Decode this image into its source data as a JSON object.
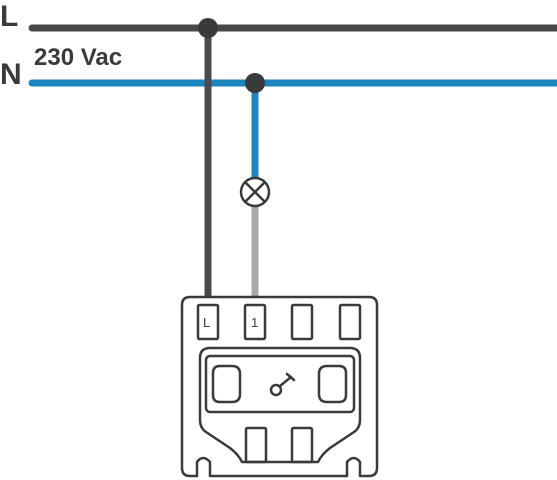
{
  "labels": {
    "line": "L",
    "neutral": "N",
    "voltage": "230 Vac"
  },
  "terminals": {
    "t1": "L",
    "t2": "1"
  },
  "colors": {
    "line_wire": "#4a4a4c",
    "neutral_wire": "#1b86c0",
    "switched_wire": "#a8a8aa",
    "outline": "#3a3a3c"
  },
  "icons": {
    "lamp": "lamp-icon",
    "switch": "switch-icon"
  }
}
